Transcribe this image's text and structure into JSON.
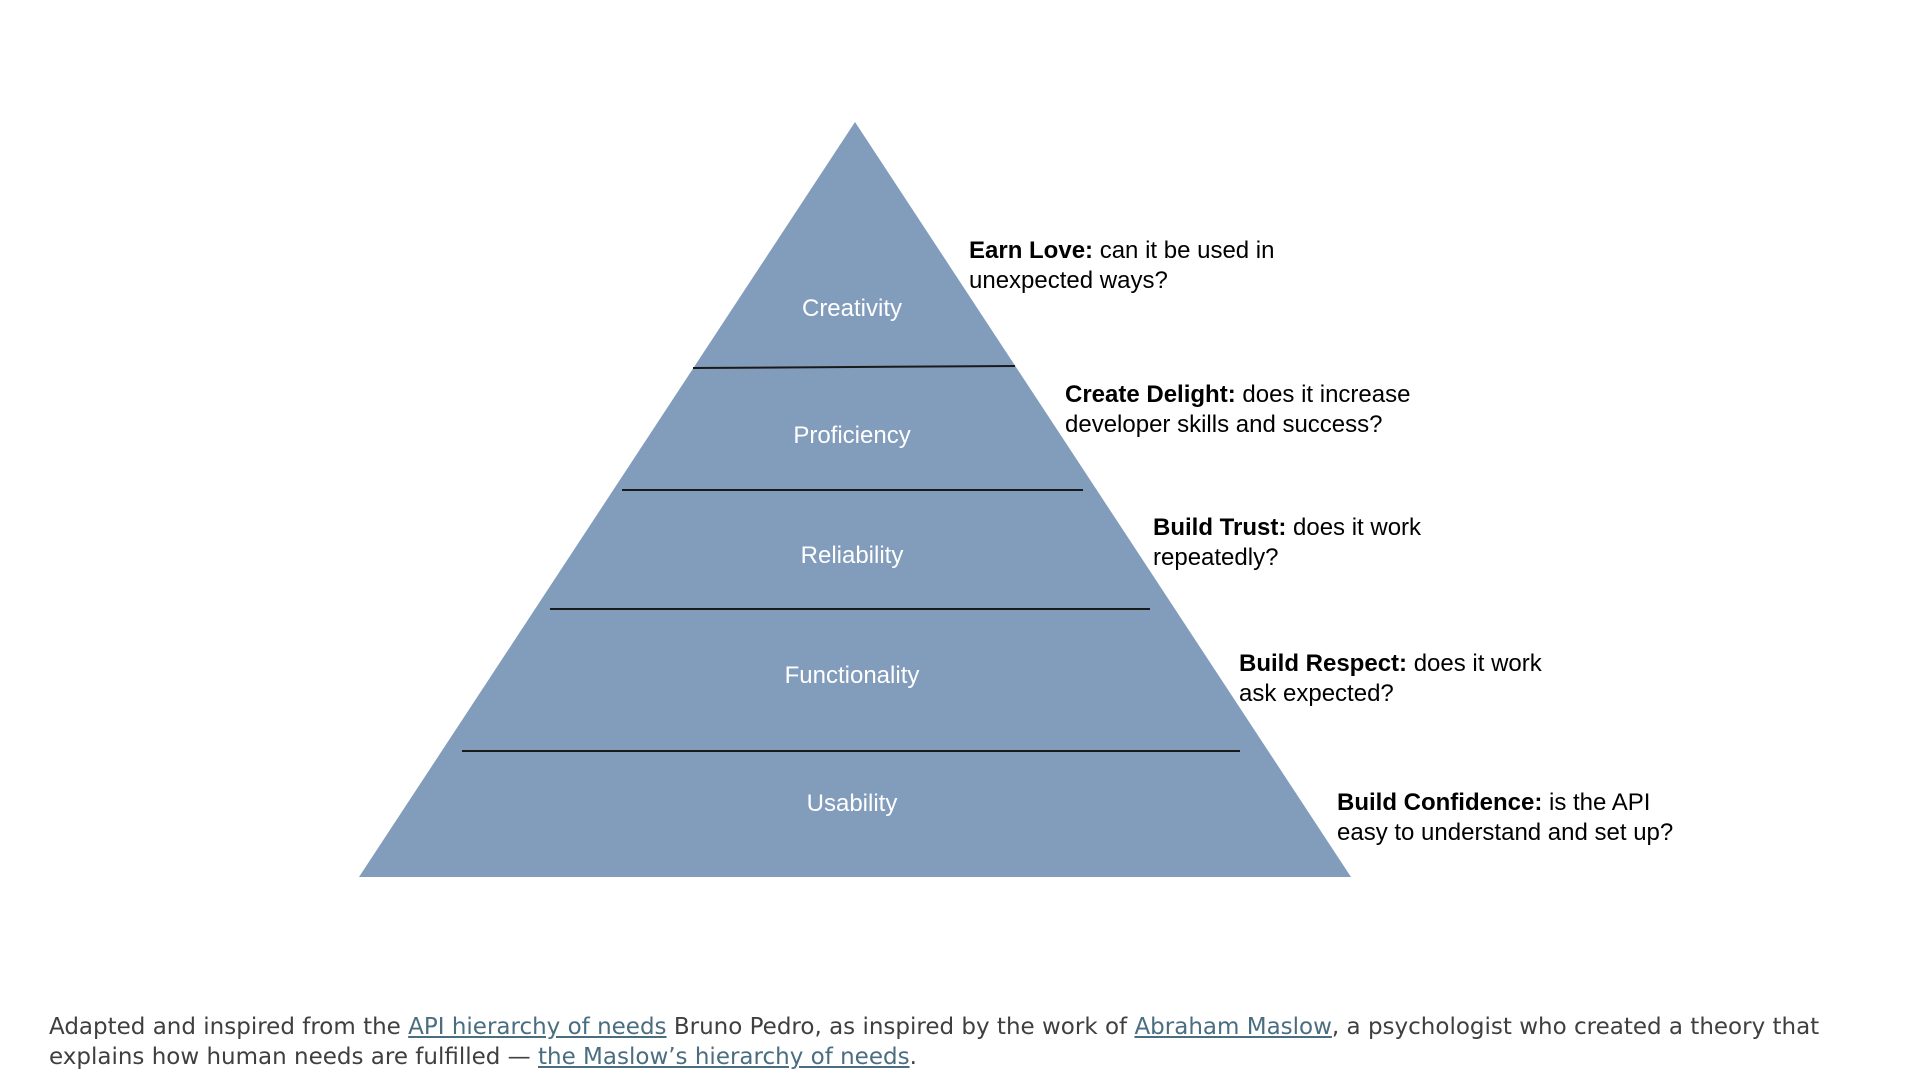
{
  "diagram": {
    "fill_color": "#829cbc",
    "divider_color": "#1a1a1a",
    "tiers": [
      {
        "label": "Creativity"
      },
      {
        "label": "Proficiency"
      },
      {
        "label": "Reliability"
      },
      {
        "label": "Functionality"
      },
      {
        "label": "Usability"
      }
    ],
    "annotations": [
      {
        "title": "Earn Love:",
        "text_line1": " can it be used in",
        "text_line2": "unexpected ways?"
      },
      {
        "title": "Create Delight:",
        "text_line1": " does it increase",
        "text_line2": "developer skills and success?"
      },
      {
        "title": "Build Trust:",
        "text_line1": " does it work",
        "text_line2": "repeatedly?"
      },
      {
        "title": "Build Respect:",
        "text_line1": " does it work",
        "text_line2": "ask expected?"
      },
      {
        "title": "Build Confidence:",
        "text_line1": " is the API",
        "text_line2": "easy to understand and set up?"
      }
    ]
  },
  "caption": {
    "part1": "Adapted and inspired from the ",
    "link1": "API hierarchy of needs",
    "part2": " Bruno Pedro, as inspired by the work of ",
    "link2": "Abraham Maslow",
    "part3": ", a psychologist who created a theory that explains how human needs are fulfilled — ",
    "link3": "the Maslow’s hierarchy of needs",
    "part4": "."
  }
}
